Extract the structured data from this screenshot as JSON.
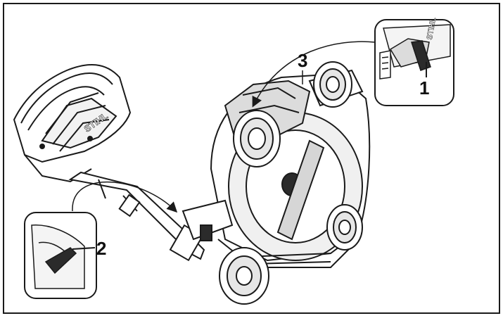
{
  "figure": {
    "callouts": [
      {
        "id": "1",
        "label": "1"
      },
      {
        "id": "2",
        "label": "2"
      },
      {
        "id": "3",
        "label": "3"
      }
    ],
    "brand_handle": "STIHL",
    "brand_engine": "STIHL"
  },
  "colors": {
    "frame": "#1a1a1a",
    "line": "#1a1a1a",
    "fill_light": "#ffffff",
    "fill_shade": "#bfbfbf",
    "fill_dark": "#2b2b2b"
  }
}
